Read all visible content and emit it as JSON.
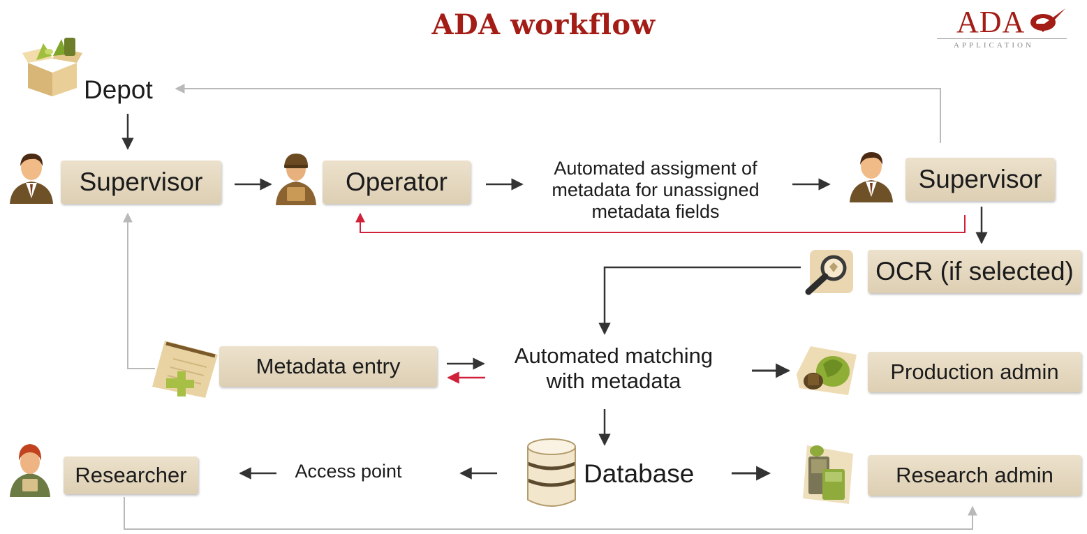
{
  "header": {
    "title": "ADA workflow",
    "logo_text": "ADA",
    "logo_subtext": "APPLICATION"
  },
  "nodes": {
    "depot": "Depot",
    "supervisor_left": "Supervisor",
    "operator": "Operator",
    "auto_assignment": "Automated assigment of metadata for unassigned metadata fields",
    "supervisor_right": "Supervisor",
    "ocr": "OCR (if selected)",
    "metadata_entry": "Metadata entry",
    "auto_matching": "Automated matching with metadata",
    "production_admin": "Production admin",
    "researcher": "Researcher",
    "access_point": "Access point",
    "database": "Database",
    "research_admin": "Research admin"
  },
  "icons": {
    "depot": "open-box-icon",
    "supervisor_left": "supervisor-person-icon",
    "operator": "operator-person-icon",
    "supervisor_right": "supervisor-person-icon",
    "ocr": "magnifier-icon",
    "metadata_entry": "notepad-puzzle-icon",
    "production_admin": "production-admin-icon",
    "researcher": "researcher-person-icon",
    "database": "database-icon",
    "research_admin": "research-admin-icon"
  },
  "colors": {
    "title": "#a31c16",
    "box": "#e4d8c0",
    "arrow_main": "#333333",
    "arrow_light": "#b8bab8",
    "arrow_return": "#d0203a"
  }
}
